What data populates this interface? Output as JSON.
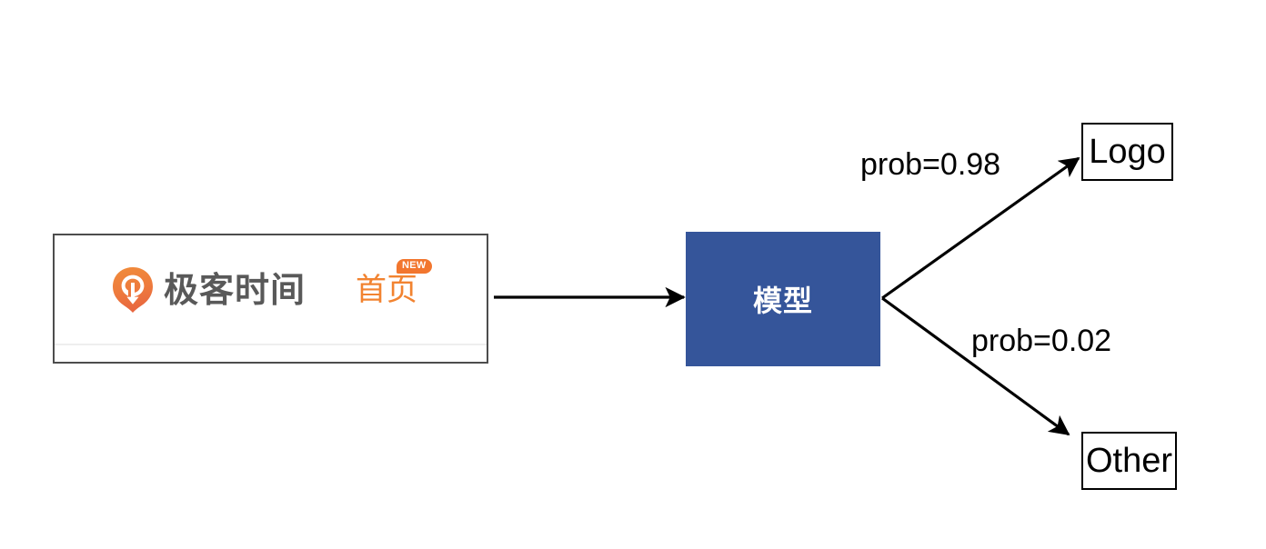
{
  "diagram": {
    "type": "flow-diagram",
    "background_color": "#ffffff",
    "input": {
      "kind": "screenshot-thumbnail",
      "border_color": "#4d4d4d",
      "divider_color": "#eeeeee",
      "logo_icon": "geek-time-pin-logo-icon",
      "logo_color": "#ef7e3c",
      "brand_name": "极客时间",
      "brand_color": "#595959",
      "nav_item_label": "首页",
      "nav_item_color": "#f28330",
      "badge_label": "NEW",
      "badge_color": "#f2762e",
      "badge_text_color": "#ffffff"
    },
    "model": {
      "label": "模型",
      "fill_color": "#35559a",
      "text_color": "#ffffff"
    },
    "outputs": [
      {
        "label": "Logo",
        "probability_label": "prob=0.98",
        "probability": 0.98
      },
      {
        "label": "Other",
        "probability_label": "prob=0.02",
        "probability": 0.02
      }
    ],
    "edges": [
      {
        "from": "input",
        "to": "model",
        "label": ""
      },
      {
        "from": "model",
        "to": "Logo",
        "label": "prob=0.98"
      },
      {
        "from": "model",
        "to": "Other",
        "label": "prob=0.02"
      }
    ],
    "arrow_color": "#000000"
  }
}
